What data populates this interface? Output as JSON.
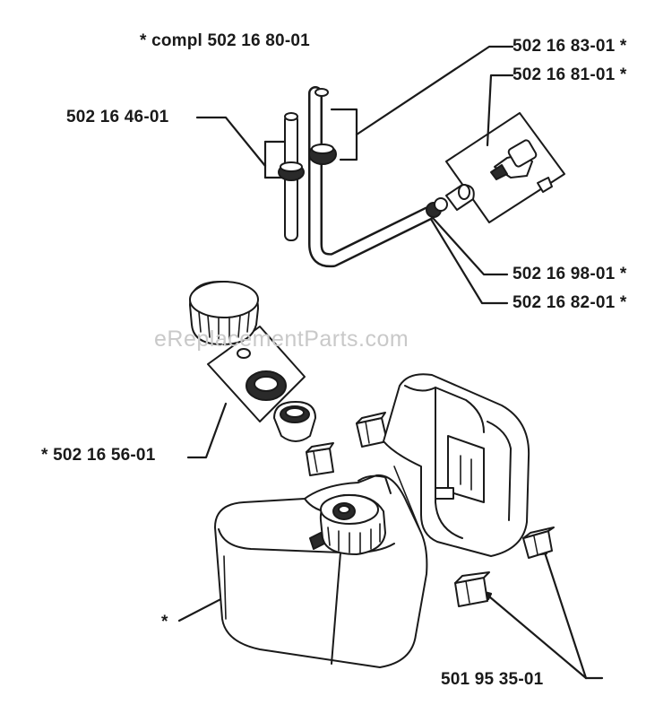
{
  "diagram": {
    "title": "* compl 502 16 80-01",
    "watermark": "eReplacementParts.com",
    "labels": {
      "part_502_16_83_01": "502 16 83-01 *",
      "part_502_16_81_01": "502 16 81-01 *",
      "part_502_16_46_01": "502 16 46-01",
      "part_502_16_98_01": "502 16 98-01 *",
      "part_502_16_82_01": "502 16 82-01 *",
      "part_502_16_56_01": "* 502 16 56-01",
      "tank_asterisk": "*",
      "part_501_95_35_01": "501 95 35-01"
    }
  },
  "colors": {
    "line": "#1a1a1a",
    "fill": "#ffffff",
    "shade": "#2a2a2a",
    "watermark": "#c9c9c9"
  }
}
